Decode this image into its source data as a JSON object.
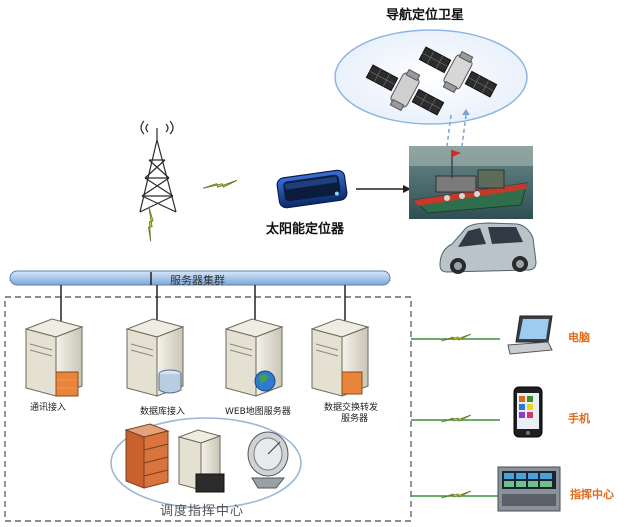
{
  "satellite_group_label": "导航定位卫星",
  "locator_label": "太阳能定位器",
  "bus_label": "服务器集群",
  "servers": [
    {
      "label": "通讯接入"
    },
    {
      "label": "数据库接入"
    },
    {
      "label": "WEB地图服务器"
    },
    {
      "label": "数据交换转发",
      "label2": "服务器"
    }
  ],
  "command_center_label": "调度指挥中心",
  "clients": [
    {
      "label": "电脑",
      "icon": "laptop-icon"
    },
    {
      "label": "手机",
      "icon": "phone-icon"
    },
    {
      "label": "指挥中心",
      "icon": "control-room-icon"
    }
  ],
  "colors": {
    "accent_orange": "#e06a1a",
    "bus_blue": "#a9c8ec",
    "link_green": "#3a8f3a",
    "lightning_yellow": "#f2d21a"
  }
}
